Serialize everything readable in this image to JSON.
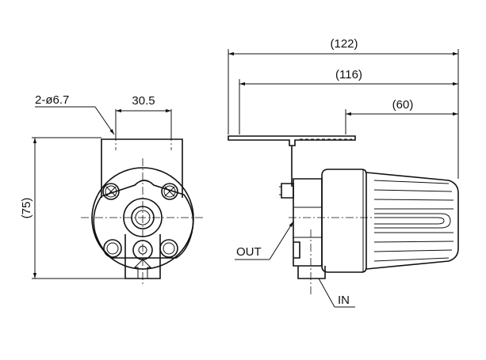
{
  "labels": {
    "dim_122": "(122)",
    "dim_116": "(116)",
    "dim_60": "(60)",
    "dim_30_5": "30.5",
    "dim_hole": "2-ø6.7",
    "dim_75": "(75)",
    "out": "OUT",
    "in": "IN"
  }
}
